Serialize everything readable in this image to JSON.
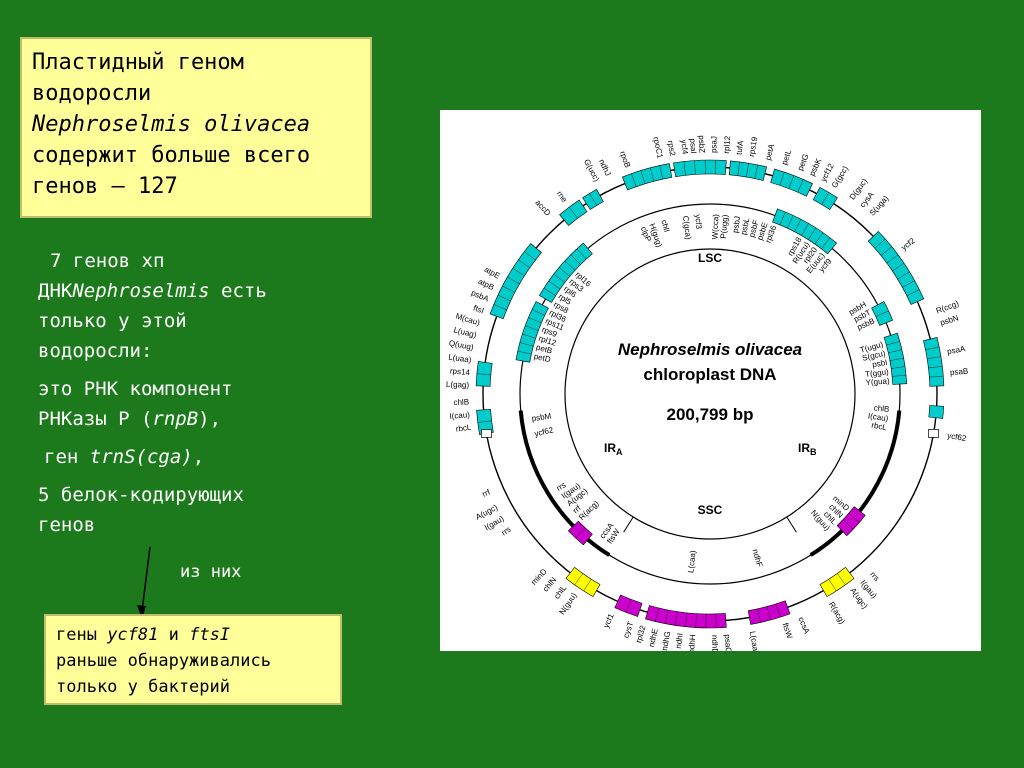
{
  "title": {
    "line1": "Пластидный геном",
    "line2": "водоросли",
    "line3": "Nephroselmis olivacea",
    "line4": "содержит больше всего",
    "line5": "генов – 127"
  },
  "notes": {
    "line1": "7 генов хп",
    "line2_prefix": "ДНК",
    "line2_italic": "Nephroselmis",
    "line2_suffix": " есть",
    "line3": "только у этой",
    "line4": "водоросли:",
    "line5": "это РНК компонент",
    "line6_prefix": "РНКазы Р (",
    "line6_italic": "rnpB",
    "line6_suffix": "),",
    "line7_prefix": "ген ",
    "line7_italic": "trnS(cga)",
    "line7_suffix": ",",
    "line8": "5 белок-кодирующих",
    "line9": "генов",
    "from_them": "из них"
  },
  "bottom_box": {
    "line1_prefix": "гены ",
    "line1_italic1": "ycf81",
    "line1_mid": " и ",
    "line1_italic2": "ftsI",
    "line2": "раньше обнаруживались",
    "line3": "только у бактерий"
  },
  "genome_map": {
    "name_line1": "Nephroselmis olivacea",
    "name_line2": "chloroplast DNA",
    "size": "200,799 bp",
    "lsc": "LSC",
    "ssc": "SSC",
    "ira": "IR",
    "ira_sub": "A",
    "irb": "IR",
    "irb_sub": "B",
    "colors": {
      "lsc_genes": "#00cccc",
      "ssc_genes": "#cc00cc",
      "ir_genes": "#ffff00"
    },
    "gene_labels": [
      {
        "text": "rpoC1",
        "deg": -12
      },
      {
        "text": "rps2",
        "deg": -9
      },
      {
        "text": "ycf4",
        "deg": -6
      },
      {
        "text": "psaI",
        "deg": -4
      },
      {
        "text": "psbZ",
        "deg": -2
      },
      {
        "text": "psaJ",
        "deg": 1
      },
      {
        "text": "rpl12",
        "deg": 4
      },
      {
        "text": "tufA",
        "deg": 7
      },
      {
        "text": "rps19",
        "deg": 10
      },
      {
        "text": "petA",
        "deg": 14
      },
      {
        "text": "petL",
        "deg": 18
      },
      {
        "text": "petG",
        "deg": 22
      },
      {
        "text": "psbK",
        "deg": 25
      },
      {
        "text": "ycf12",
        "deg": 28
      },
      {
        "text": "G(gcc)",
        "deg": 31
      },
      {
        "text": "D(guc)",
        "deg": 36
      },
      {
        "text": "cysA",
        "deg": 39
      },
      {
        "text": "S(uga)",
        "deg": 42
      },
      {
        "text": "ycf2",
        "deg": 53
      },
      {
        "text": "R(ccg)",
        "deg": 70
      },
      {
        "text": "psbN",
        "deg": 73
      },
      {
        "text": "psaA",
        "deg": 80
      },
      {
        "text": "psaB",
        "deg": 85
      },
      {
        "text": "ycf62",
        "deg": 100
      },
      {
        "text": "rrs",
        "deg": 138
      },
      {
        "text": "I(gau)",
        "deg": 141
      },
      {
        "text": "A(ugc)",
        "deg": 144
      },
      {
        "text": "R(acg)",
        "deg": 150
      },
      {
        "text": "ccsA",
        "deg": 158
      },
      {
        "text": "ftsW",
        "deg": 162
      },
      {
        "text": "L(caa)",
        "deg": 170
      },
      {
        "text": "psaC",
        "deg": 176
      },
      {
        "text": "ndhD",
        "deg": 179
      },
      {
        "text": "ndhH",
        "deg": 184
      },
      {
        "text": "ndhI",
        "deg": 187
      },
      {
        "text": "ndhG",
        "deg": 190
      },
      {
        "text": "ndhE",
        "deg": 193
      },
      {
        "text": "rpl32",
        "deg": 196
      },
      {
        "text": "cysT",
        "deg": 199
      },
      {
        "text": "ycf1",
        "deg": 204
      },
      {
        "text": "N(guu)",
        "deg": 214
      },
      {
        "text": "chlL",
        "deg": 217
      },
      {
        "text": "chlN",
        "deg": 220
      },
      {
        "text": "minD",
        "deg": 223
      },
      {
        "text": "rrs",
        "deg": 236
      },
      {
        "text": "I(gau)",
        "deg": 239
      },
      {
        "text": "A(ugc)",
        "deg": 242
      },
      {
        "text": "rrf",
        "deg": 246
      },
      {
        "text": "rbcL",
        "deg": 262
      },
      {
        "text": "I(cau)",
        "deg": 265
      },
      {
        "text": "chlB",
        "deg": 268
      },
      {
        "text": "L(gag)",
        "deg": 272
      },
      {
        "text": "rps14",
        "deg": 275
      },
      {
        "text": "L(uaa)",
        "deg": 278
      },
      {
        "text": "Q(uug)",
        "deg": 281
      },
      {
        "text": "L(uag)",
        "deg": 284
      },
      {
        "text": "M(cau)",
        "deg": 287
      },
      {
        "text": "ftsI",
        "deg": 290
      },
      {
        "text": "psbA",
        "deg": 293
      },
      {
        "text": "atpB",
        "deg": 296
      },
      {
        "text": "atpE",
        "deg": 299
      },
      {
        "text": "accD",
        "deg": 318
      },
      {
        "text": "rne",
        "deg": 323
      },
      {
        "text": "G(ucc)",
        "deg": 332
      },
      {
        "text": "ndhJ",
        "deg": 335
      },
      {
        "text": "rpoB",
        "deg": 340
      }
    ],
    "inner_labels": [
      {
        "text": "ycf3",
        "deg": -4
      },
      {
        "text": "W(cca)",
        "deg": 2
      },
      {
        "text": "P(ugg)",
        "deg": 5
      },
      {
        "text": "psbJ",
        "deg": 9
      },
      {
        "text": "psbL",
        "deg": 12
      },
      {
        "text": "psbF",
        "deg": 15
      },
      {
        "text": "psbE",
        "deg": 18
      },
      {
        "text": "rpl36",
        "deg": 21
      },
      {
        "text": "rps18",
        "deg": 30
      },
      {
        "text": "R(ucu)",
        "deg": 33
      },
      {
        "text": "rpl20",
        "deg": 36
      },
      {
        "text": "E(uuc)",
        "deg": 39
      },
      {
        "text": "ycf9",
        "deg": 42
      },
      {
        "text": "psbH",
        "deg": 60
      },
      {
        "text": "psbT",
        "deg": 63
      },
      {
        "text": "psbB",
        "deg": 66
      },
      {
        "text": "T(ugu)",
        "deg": 74
      },
      {
        "text": "S(gcu)",
        "deg": 77
      },
      {
        "text": "psbI",
        "deg": 80
      },
      {
        "text": "T(ggu)",
        "deg": 83
      },
      {
        "text": "Y(gua)",
        "deg": 86
      },
      {
        "text": "chlB",
        "deg": 95
      },
      {
        "text": "I(cau)",
        "deg": 98
      },
      {
        "text": "rbcL",
        "deg": 101
      },
      {
        "text": "minD",
        "deg": 130
      },
      {
        "text": "chlN",
        "deg": 133
      },
      {
        "text": "chlL",
        "deg": 136
      },
      {
        "text": "N(guu)",
        "deg": 139
      },
      {
        "text": "ndhF",
        "deg": 164
      },
      {
        "text": "L(caa)",
        "deg": 186
      },
      {
        "text": "ftsW",
        "deg": 214
      },
      {
        "text": "ccsA",
        "deg": 217
      },
      {
        "text": "R(acg)",
        "deg": 226
      },
      {
        "text": "rrf",
        "deg": 229
      },
      {
        "text": "A(ugc)",
        "deg": 232
      },
      {
        "text": "I(gau)",
        "deg": 235
      },
      {
        "text": "rrs",
        "deg": 238
      },
      {
        "text": "ycf62",
        "deg": 257
      },
      {
        "text": "psbM",
        "deg": 262
      },
      {
        "text": "petD",
        "deg": 282
      },
      {
        "text": "petB",
        "deg": 285
      },
      {
        "text": "rpl12",
        "deg": 288
      },
      {
        "text": "rps9",
        "deg": 291
      },
      {
        "text": "rps11",
        "deg": 294
      },
      {
        "text": "rpl36",
        "deg": 297
      },
      {
        "text": "rps8",
        "deg": 300
      },
      {
        "text": "rpl5",
        "deg": 303
      },
      {
        "text": "rpl6",
        "deg": 306
      },
      {
        "text": "rps3",
        "deg": 309
      },
      {
        "text": "rpl16",
        "deg": 312
      },
      {
        "text": "clpP",
        "deg": 338
      },
      {
        "text": "H(gug)",
        "deg": 341
      },
      {
        "text": "chlI",
        "deg": 345
      },
      {
        "text": "C(gca)",
        "deg": 352
      }
    ],
    "segments": [
      {
        "start": -40,
        "end": -34,
        "ring": "out",
        "type": "lsc"
      },
      {
        "start": -33,
        "end": -29,
        "ring": "out",
        "type": "lsc"
      },
      {
        "start": -22,
        "end": -10,
        "ring": "out",
        "type": "lsc"
      },
      {
        "start": -9,
        "end": 4,
        "ring": "out",
        "type": "lsc"
      },
      {
        "start": 5,
        "end": 14,
        "ring": "out",
        "type": "lsc"
      },
      {
        "start": 16,
        "end": 26,
        "ring": "out",
        "type": "lsc"
      },
      {
        "start": 28,
        "end": 33,
        "ring": "out",
        "type": "lsc"
      },
      {
        "start": 46,
        "end": 66,
        "ring": "out",
        "type": "lsc"
      },
      {
        "start": 76,
        "end": 88,
        "ring": "out",
        "type": "lsc"
      },
      {
        "start": 93,
        "end": 96,
        "ring": "out",
        "type": "lsc"
      },
      {
        "start": 20,
        "end": 40,
        "ring": "in",
        "type": "lsc"
      },
      {
        "start": 62,
        "end": 68,
        "ring": "in",
        "type": "lsc"
      },
      {
        "start": 72,
        "end": 87,
        "ring": "in",
        "type": "lsc"
      },
      {
        "start": -60,
        "end": -40,
        "ring": "in",
        "type": "lsc"
      },
      {
        "start": -80,
        "end": -62,
        "ring": "in",
        "type": "lsc"
      },
      {
        "start": -88,
        "end": -82,
        "ring": "out",
        "type": "lsc"
      },
      {
        "start": -100,
        "end": -94,
        "ring": "out",
        "type": "lsc"
      },
      {
        "start": -70,
        "end": -50,
        "ring": "out",
        "type": "lsc"
      },
      {
        "start": 142,
        "end": 150,
        "ring": "out",
        "type": "ir"
      },
      {
        "start": 210,
        "end": 218,
        "ring": "out",
        "type": "ir"
      },
      {
        "start": 128,
        "end": 136,
        "ring": "in",
        "type": "ssc"
      },
      {
        "start": 220,
        "end": 226,
        "ring": "in",
        "type": "ssc"
      },
      {
        "start": 160,
        "end": 170,
        "ring": "out",
        "type": "ssc"
      },
      {
        "start": 176,
        "end": 196,
        "ring": "out",
        "type": "ssc"
      },
      {
        "start": 198,
        "end": 204,
        "ring": "out",
        "type": "ssc"
      }
    ]
  }
}
